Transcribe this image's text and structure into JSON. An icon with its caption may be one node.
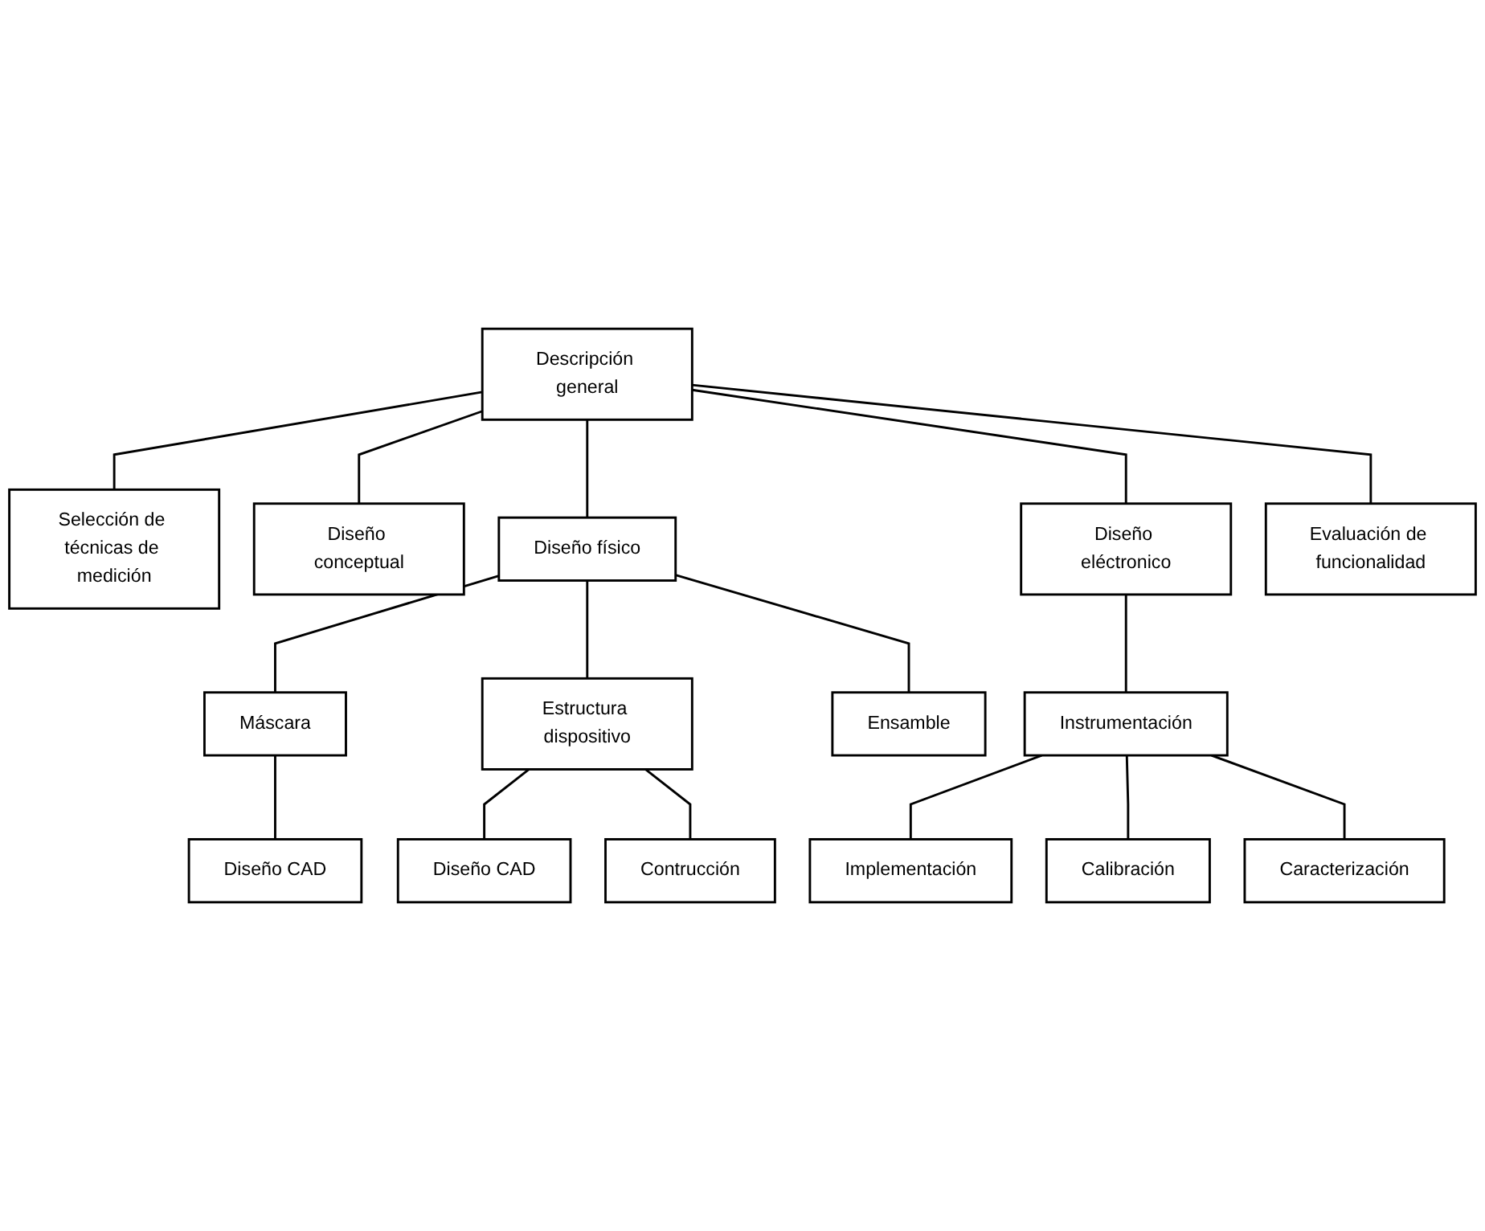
{
  "diagram": {
    "nodes": [
      {
        "text": [
          "Descripción general"
        ]
      },
      {
        "text": [
          "Selección de técnicas de medición"
        ]
      },
      {
        "text": [
          "Diseño conceptual"
        ]
      },
      {
        "text": [
          "Diseño físico"
        ]
      },
      {
        "text": [
          "Diseño eléctronico"
        ]
      },
      {
        "text": [
          "Evaluación de funcionalidad"
        ]
      },
      {
        "text": [
          "Máscara"
        ]
      },
      {
        "text": [
          "Estructura dispositivo"
        ]
      },
      {
        "text": [
          "Ensamble"
        ]
      },
      {
        "text": [
          "Instrumentación"
        ]
      },
      {
        "text": [
          "Diseño CAD"
        ]
      },
      {
        "text": [
          "Diseño CAD"
        ]
      },
      {
        "text": [
          "Contrucción"
        ]
      },
      {
        "text": [
          "Implementación"
        ]
      },
      {
        "text": [
          "Calibración"
        ]
      },
      {
        "text": [
          "Caracterización"
        ]
      }
    ],
    "edges": [
      {
        "from": 0,
        "to": 1,
        "arrow": "none"
      },
      {
        "from": 0,
        "to": 2,
        "arrow": "none"
      },
      {
        "from": 0,
        "to": 3,
        "arrow": "none"
      },
      {
        "from": 0,
        "to": 4,
        "arrow": "none"
      },
      {
        "from": 0,
        "to": 5,
        "arrow": "none"
      },
      {
        "from": 3,
        "to": 6,
        "arrow": "none"
      },
      {
        "from": 3,
        "to": 7,
        "arrow": "none"
      },
      {
        "from": 3,
        "to": 8,
        "arrow": "none"
      },
      {
        "from": 4,
        "to": 9,
        "arrow": "none"
      },
      {
        "from": 6,
        "to": 10,
        "arrow": "none"
      },
      {
        "from": 7,
        "to": 11,
        "arrow": "none"
      },
      {
        "from": 7,
        "to": 12,
        "arrow": "none"
      },
      {
        "from": 9,
        "to": 13,
        "arrow": "none"
      },
      {
        "from": 9,
        "to": 14,
        "arrow": "none"
      },
      {
        "from": 9,
        "to": 15,
        "arrow": "none"
      }
    ]
  }
}
